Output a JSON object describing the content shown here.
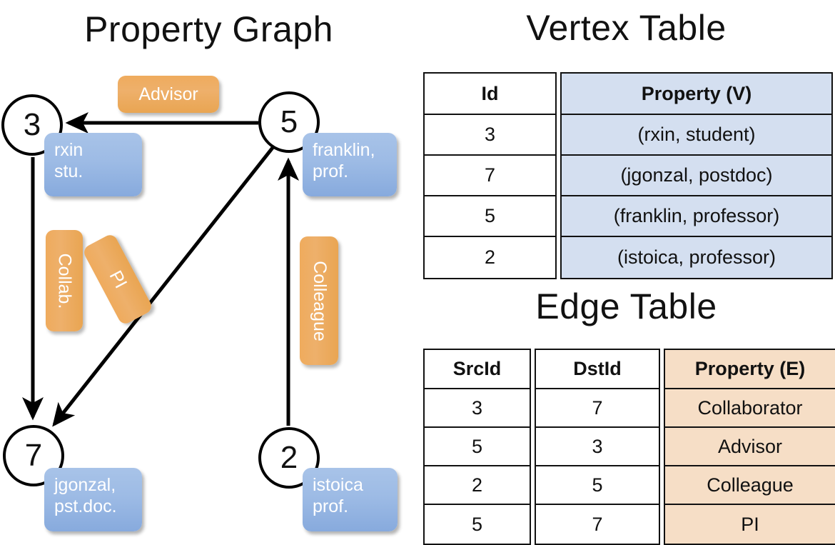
{
  "titles": {
    "property_graph": "Property Graph",
    "vertex_table": "Vertex Table",
    "edge_table": "Edge Table"
  },
  "colors": {
    "vertex_box_fill": "#9dbbe5",
    "edge_box_fill": "#eeab5d",
    "vertex_table_highlight": "#d4dff0",
    "edge_table_highlight": "#f6dec6",
    "stroke": "#000000"
  },
  "graph": {
    "nodes": [
      {
        "id": "3",
        "label": "3",
        "property_lines": [
          "rxin",
          "stu."
        ]
      },
      {
        "id": "5",
        "label": "5",
        "property_lines": [
          "franklin,",
          "prof."
        ]
      },
      {
        "id": "7",
        "label": "7",
        "property_lines": [
          "jgonzal,",
          "pst.doc."
        ]
      },
      {
        "id": "2",
        "label": "2",
        "property_lines": [
          "istoica",
          "prof."
        ]
      }
    ],
    "edge_labels": [
      {
        "id": "advisor",
        "label": "Advisor",
        "orientation": "horizontal"
      },
      {
        "id": "collab",
        "label": "Collab.",
        "orientation": "vertical"
      },
      {
        "id": "pi",
        "label": "PI",
        "orientation": "diagonal"
      },
      {
        "id": "colleague",
        "label": "Colleague",
        "orientation": "vertical"
      }
    ],
    "edges": [
      {
        "src": "5",
        "dst": "3",
        "label": "Advisor"
      },
      {
        "src": "3",
        "dst": "7",
        "label": "Collab."
      },
      {
        "src": "5",
        "dst": "7",
        "label": "PI"
      },
      {
        "src": "2",
        "dst": "5",
        "label": "Colleague"
      }
    ]
  },
  "vertex_table": {
    "headers": [
      "Id",
      "Property (V)"
    ],
    "rows": [
      {
        "id": "3",
        "property": "(rxin, student)"
      },
      {
        "id": "7",
        "property": "(jgonzal, postdoc)"
      },
      {
        "id": "5",
        "property": "(franklin, professor)"
      },
      {
        "id": "2",
        "property": "(istoica, professor)"
      }
    ]
  },
  "edge_table": {
    "headers": [
      "SrcId",
      "DstId",
      "Property (E)"
    ],
    "rows": [
      {
        "src": "3",
        "dst": "7",
        "property": "Collaborator"
      },
      {
        "src": "5",
        "dst": "3",
        "property": "Advisor"
      },
      {
        "src": "2",
        "dst": "5",
        "property": "Colleague"
      },
      {
        "src": "5",
        "dst": "7",
        "property": "PI"
      }
    ]
  }
}
